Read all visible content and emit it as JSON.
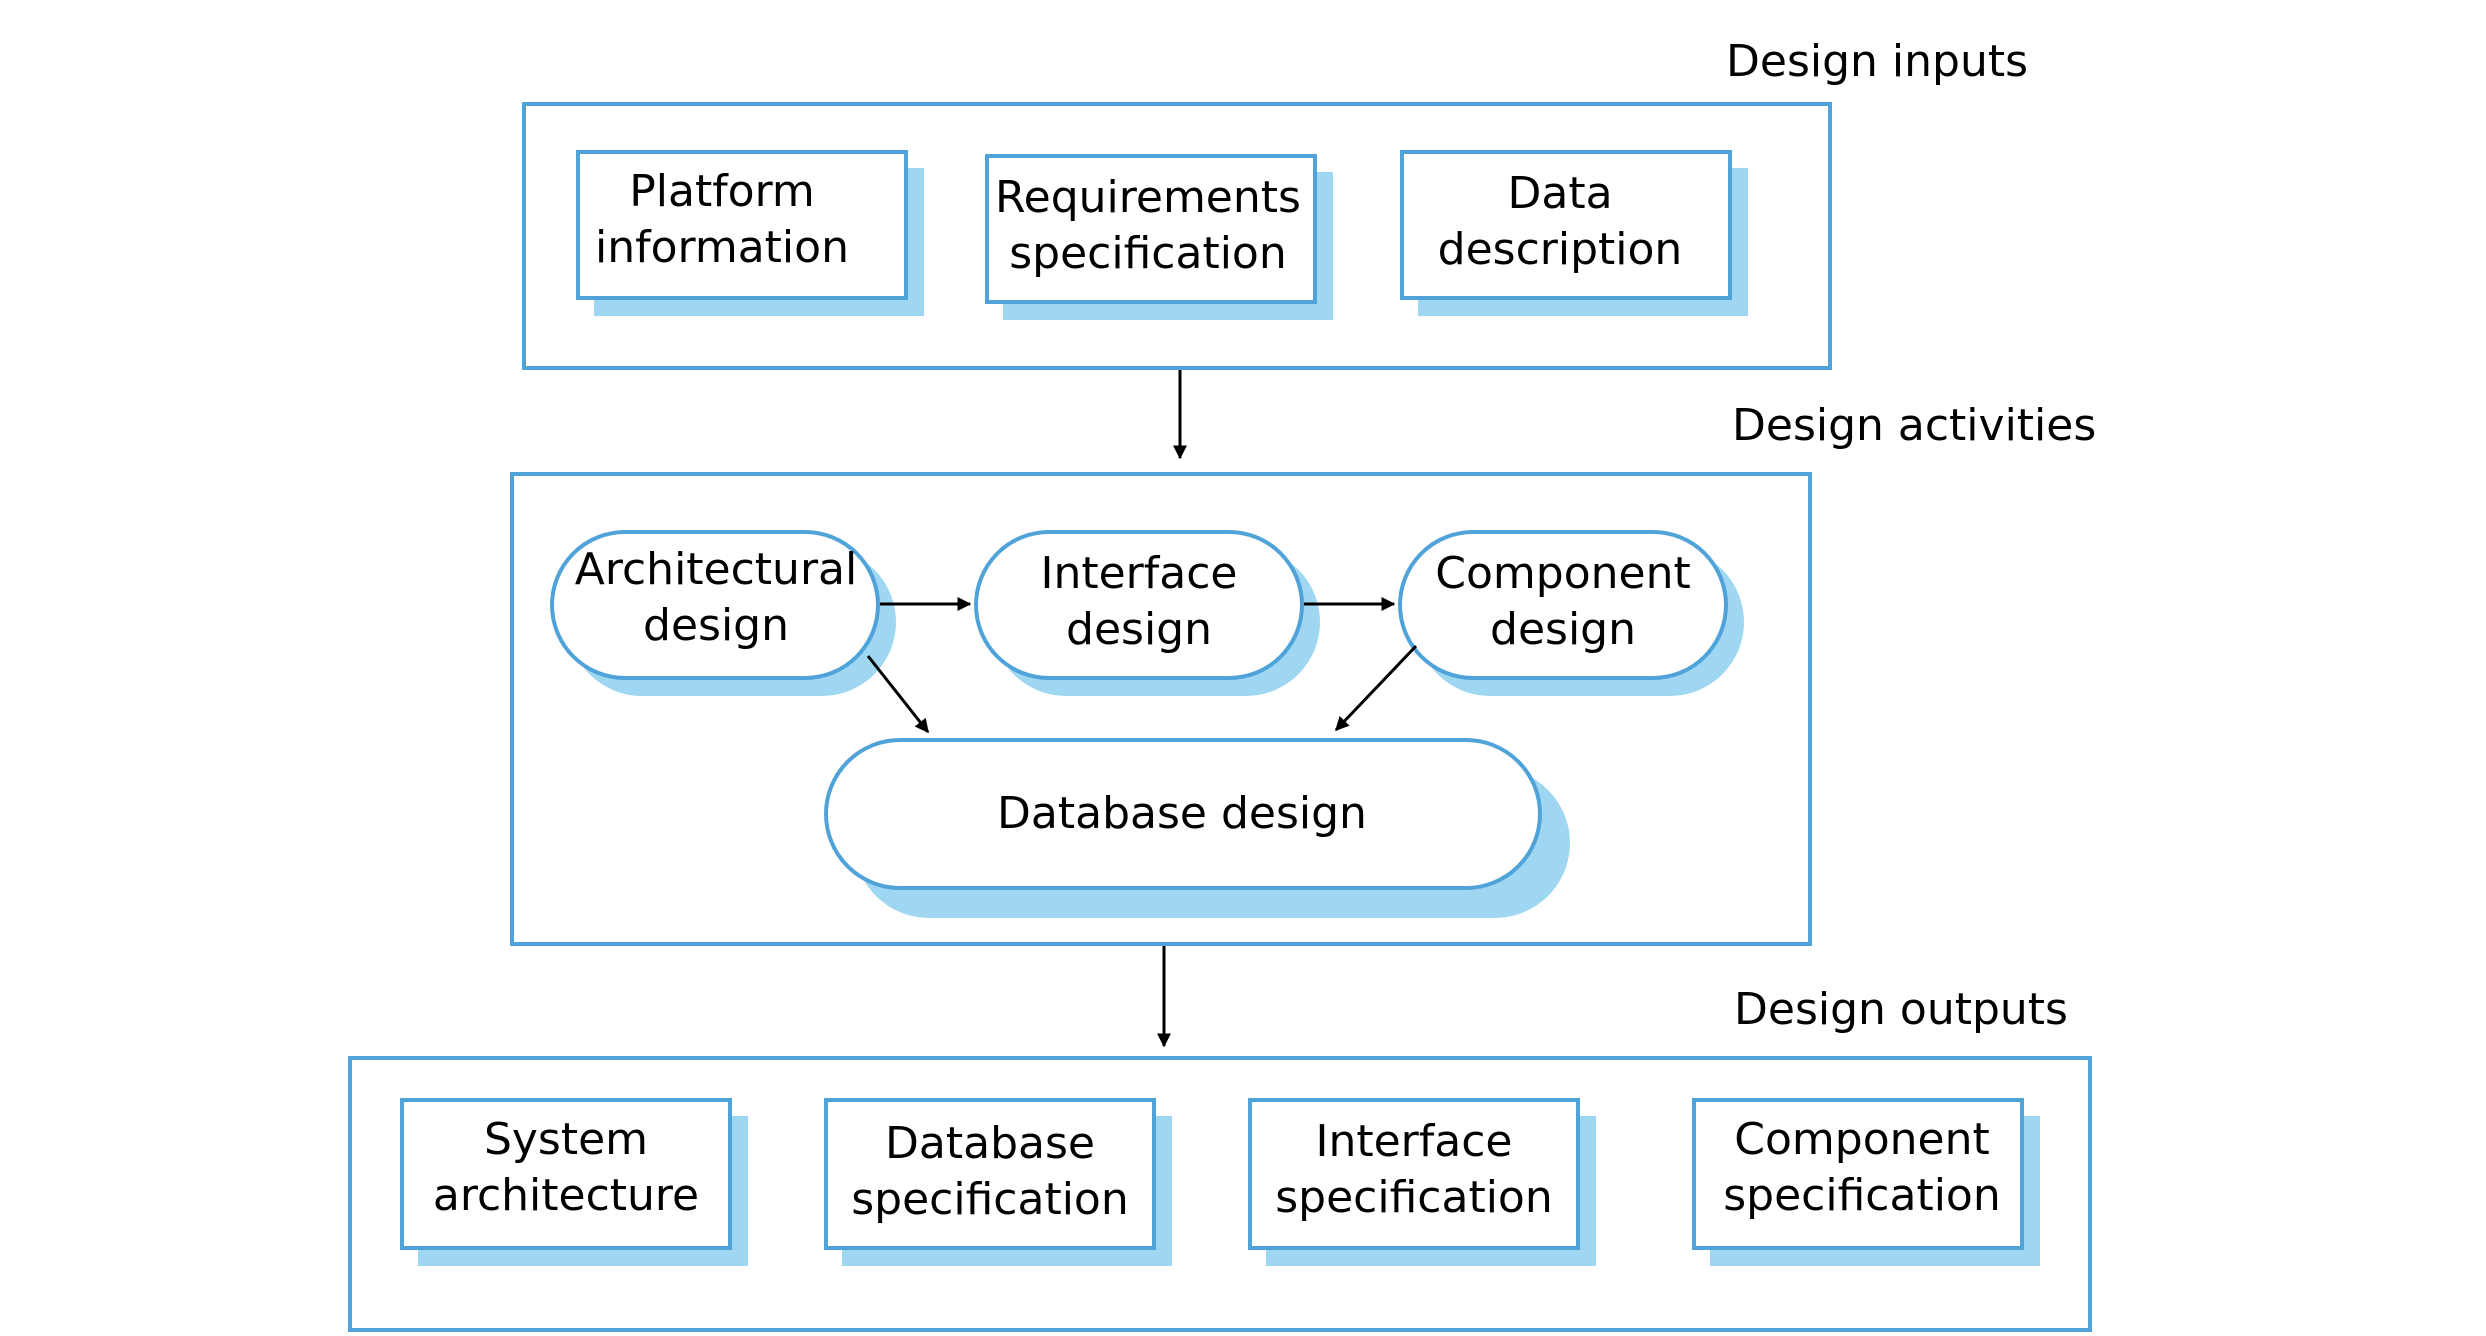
{
  "colors": {
    "border": "#4fa3d9",
    "shadow": "#9fd6f2",
    "text": "#000000",
    "arrow": "#000000"
  },
  "sections": {
    "inputs": {
      "title": "Design inputs",
      "items": [
        {
          "line1": "Platform",
          "line2": "information"
        },
        {
          "line1": "Requirements",
          "line2": "specification"
        },
        {
          "line1": "Data",
          "line2": "description"
        }
      ]
    },
    "activities": {
      "title": "Design activities",
      "items": [
        {
          "line1": "Architectural",
          "line2": "design"
        },
        {
          "line1": "Interface",
          "line2": "design"
        },
        {
          "line1": "Component",
          "line2": "design"
        }
      ],
      "database": "Database design"
    },
    "outputs": {
      "title": "Design outputs",
      "items": [
        {
          "line1": "System",
          "line2": "architecture"
        },
        {
          "line1": "Database",
          "line2": "specification"
        },
        {
          "line1": "Interface",
          "line2": "specification"
        },
        {
          "line1": "Component",
          "line2": "specification"
        }
      ]
    }
  }
}
